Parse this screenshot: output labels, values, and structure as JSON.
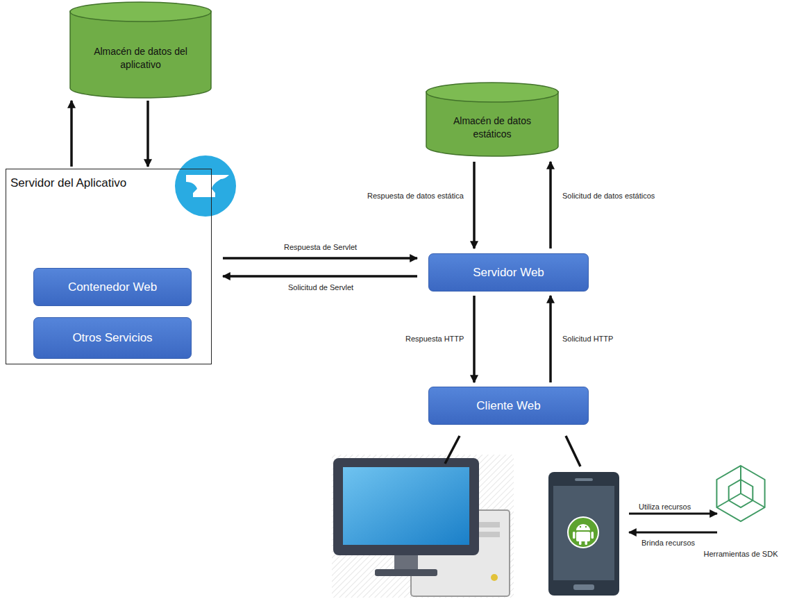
{
  "diagram": {
    "nodes": [
      {
        "text": [
          "Almacén de datos del aplicativo"
        ]
      },
      {
        "text": [
          "Servidor del Aplicativo"
        ]
      },
      {
        "text": [
          "Contenedor Web"
        ],
        "in": 1
      },
      {
        "text": [
          "Otros Servicios"
        ],
        "in": 1
      },
      {
        "text": [
          "Almacén de datos estáticos"
        ]
      },
      {
        "text": [
          "Servidor Web"
        ]
      },
      {
        "text": [
          "Cliente Web"
        ]
      },
      {
        "text": [
          "Herramientas de SDK"
        ]
      }
    ],
    "edges": [
      {
        "from": 1,
        "to": 0,
        "arrow": "to"
      },
      {
        "from": 0,
        "to": 1,
        "arrow": "to"
      },
      {
        "from": 1,
        "to": 5,
        "label": "Respuesta de Servlet",
        "arrow": "to"
      },
      {
        "from": 5,
        "to": 1,
        "label": "Solicitud de Servlet",
        "arrow": "to"
      },
      {
        "from": 4,
        "to": 5,
        "label": "Respuesta de datos estática",
        "arrow": "to"
      },
      {
        "from": 5,
        "to": 4,
        "label": "Solicitud de datos estáticos",
        "arrow": "to"
      },
      {
        "from": 5,
        "to": 6,
        "label": "Respuesta HTTP",
        "arrow": "to"
      },
      {
        "from": 6,
        "to": 5,
        "label": "Solicitud HTTP",
        "arrow": "to"
      }
    ],
    "labels": [
      "Utiliza recursos",
      "Brinda recursos"
    ]
  }
}
